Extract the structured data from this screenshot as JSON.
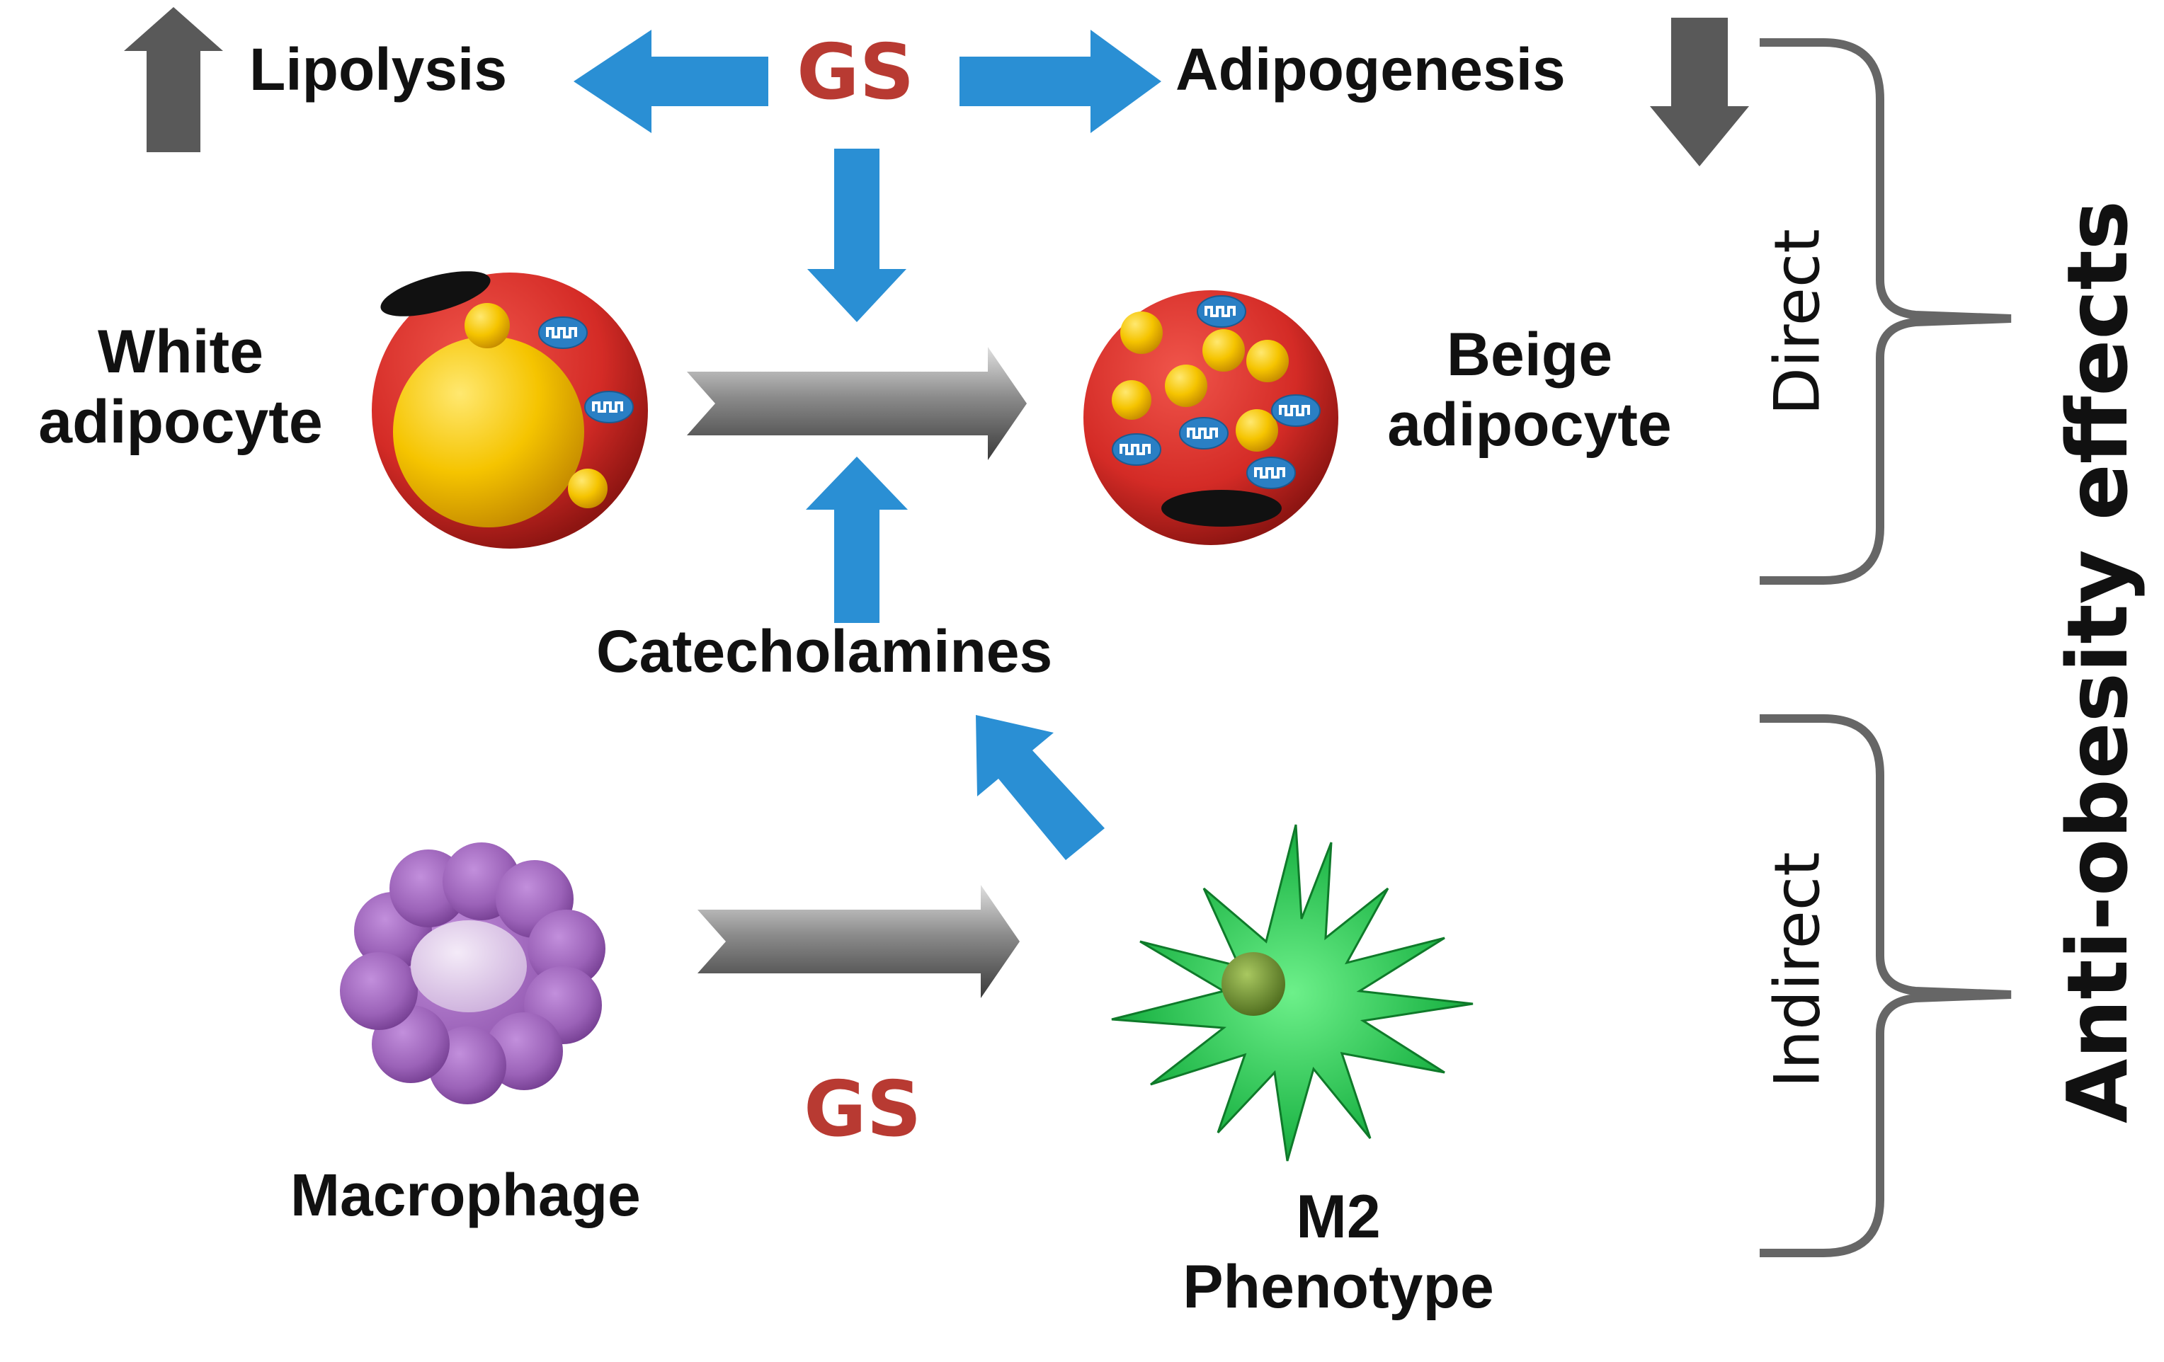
{
  "labels": {
    "lipolysis": "Lipolysis",
    "gs_top": "GS",
    "adipogenesis": "Adipogenesis",
    "white_adipocyte_line1": "White",
    "white_adipocyte_line2": "adipocyte",
    "beige_adipocyte_line1": "Beige",
    "beige_adipocyte_line2": "adipocyte",
    "catecholamines": "Catecholamines",
    "macrophage": "Macrophage",
    "gs_bottom": "GS",
    "m2_line1": "M2",
    "m2_line2": "Phenotype",
    "direct": "Direct",
    "indirect": "Indirect",
    "anti_obesity": "Anti-obesity effects"
  },
  "colors": {
    "blue_arrow": "#2a8fd4",
    "gray_arrow": "#555555",
    "gs_red": "#b83a32",
    "adipocyte_red": "#d42b26",
    "lipid_yellow": "#f5c400",
    "macrophage_purple": "#9b62b8",
    "m2_green": "#22b84a",
    "bracket_gray": "#666666"
  }
}
